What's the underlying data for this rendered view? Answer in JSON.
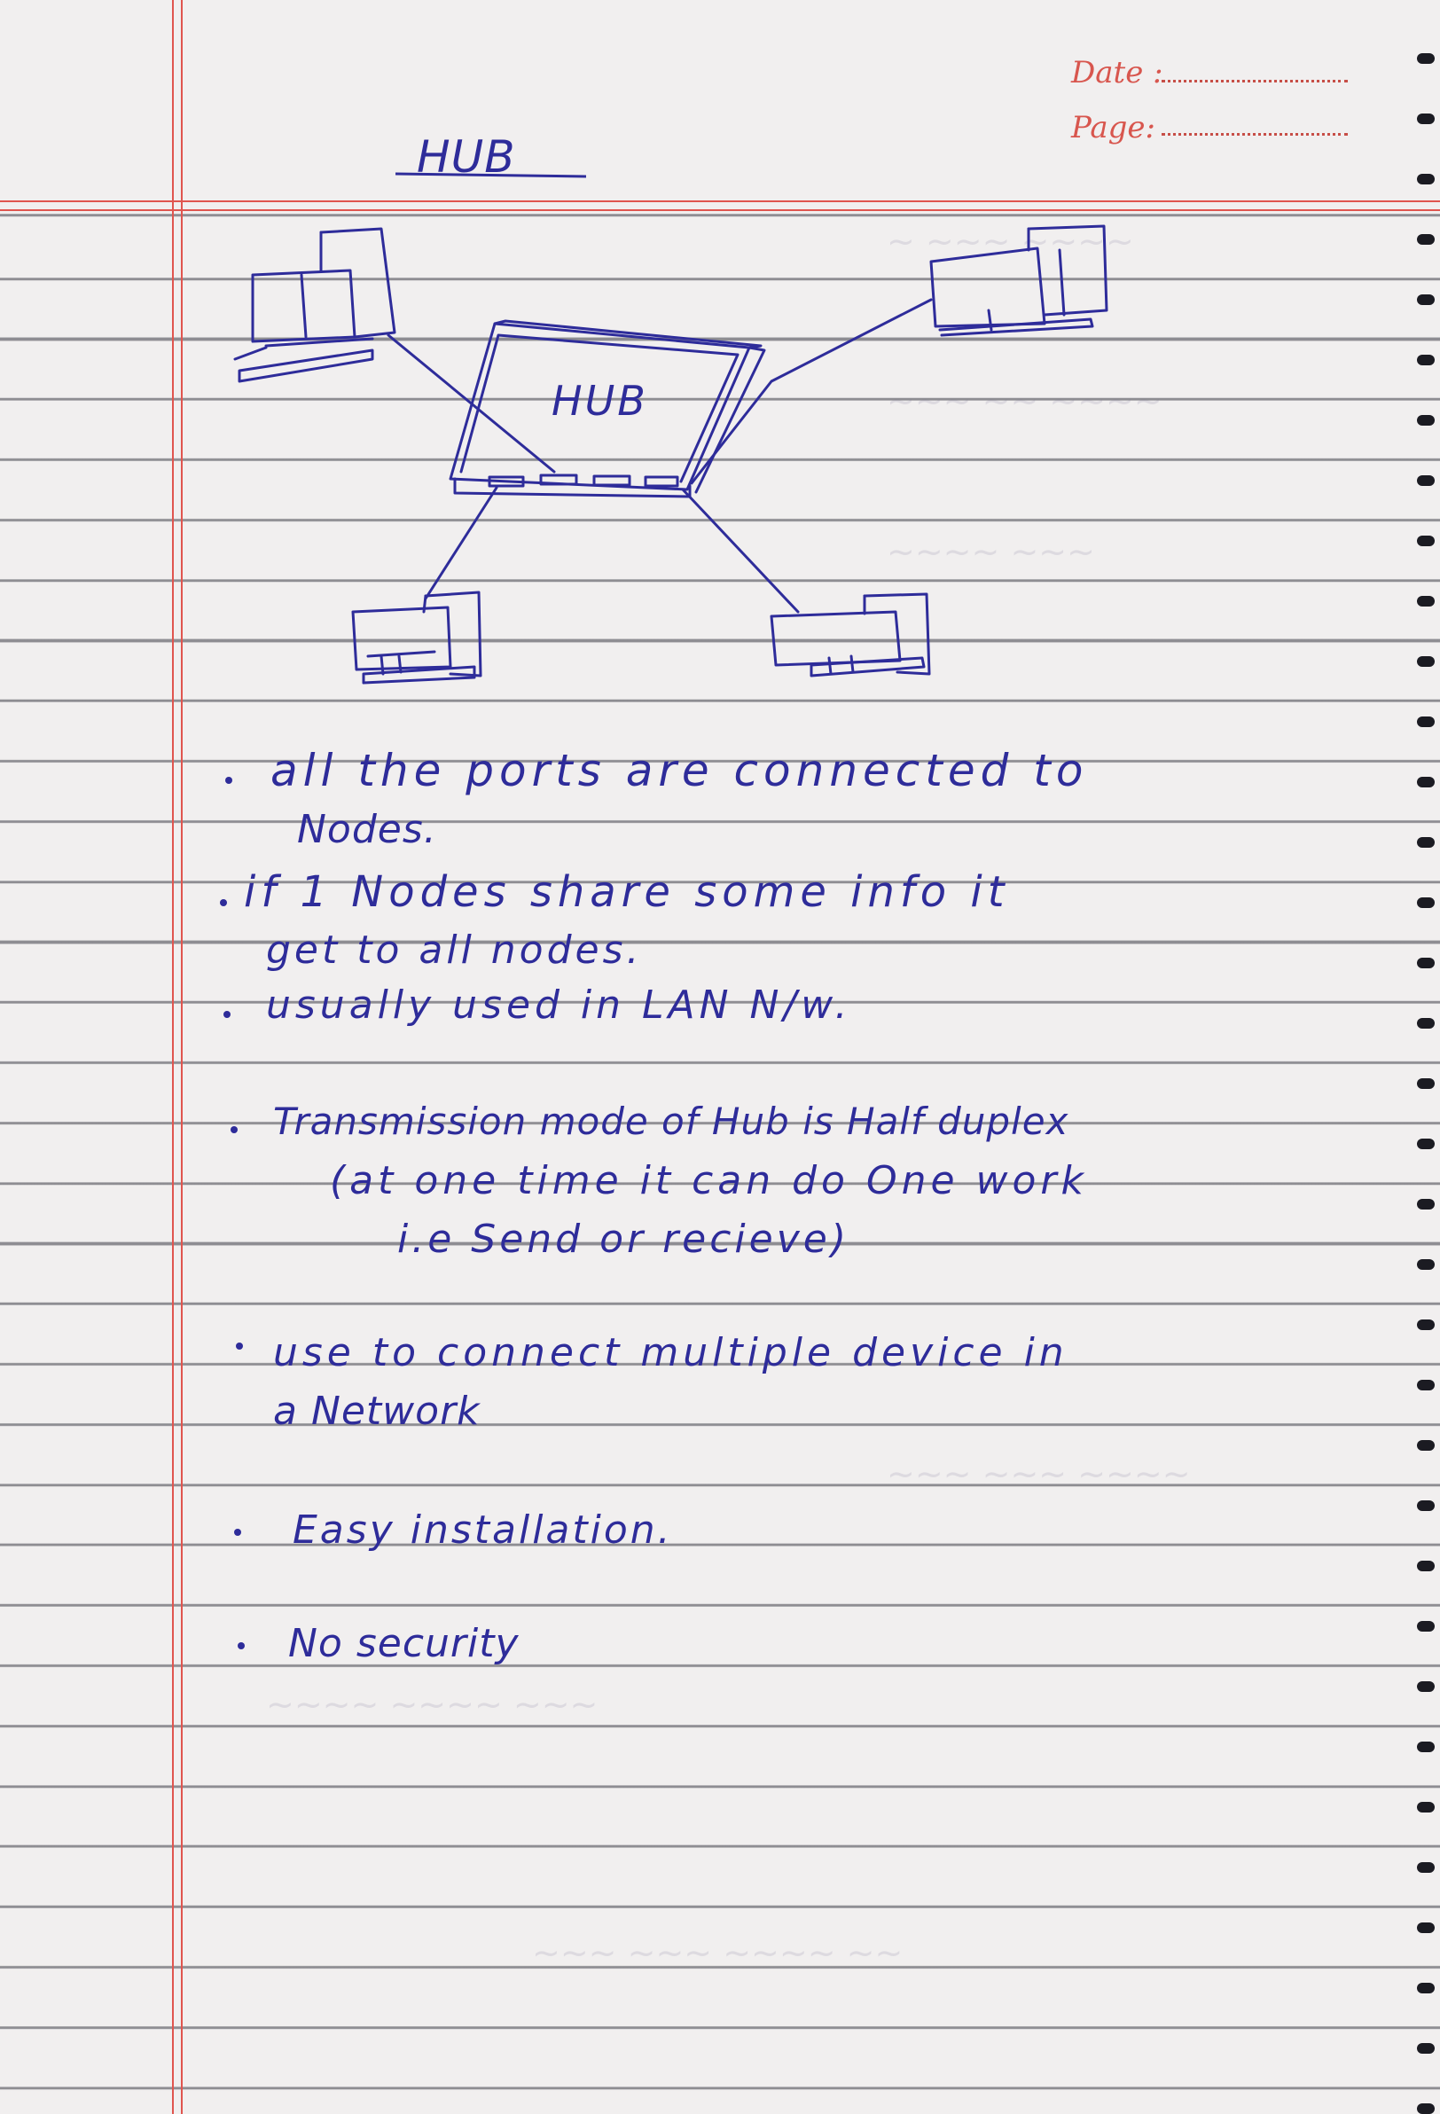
{
  "header": {
    "date_label": "Date :",
    "page_label": "Page:"
  },
  "title": "HUB",
  "diagram": {
    "hub_label": "HUB"
  },
  "notes": [
    {
      "lines": [
        "all the ports are connected to",
        "Nodes."
      ]
    },
    {
      "lines": [
        "if 1 Nodes share some info it",
        "get to all nodes."
      ]
    },
    {
      "lines": [
        "usually used in LAN N/w."
      ]
    },
    {
      "lines": [
        "Transmission mode of Hub is Half duplex",
        "(at one time it can do One work",
        "i.e Send or recieve)"
      ]
    },
    {
      "lines": [
        "use to connect multiple device in",
        "a Network"
      ]
    },
    {
      "lines": [
        "Easy installation."
      ]
    },
    {
      "lines": [
        "No security"
      ]
    }
  ],
  "colors": {
    "ink": "#2e2c9a",
    "margin_red": "#e0554f",
    "paper": "#f1efef"
  }
}
